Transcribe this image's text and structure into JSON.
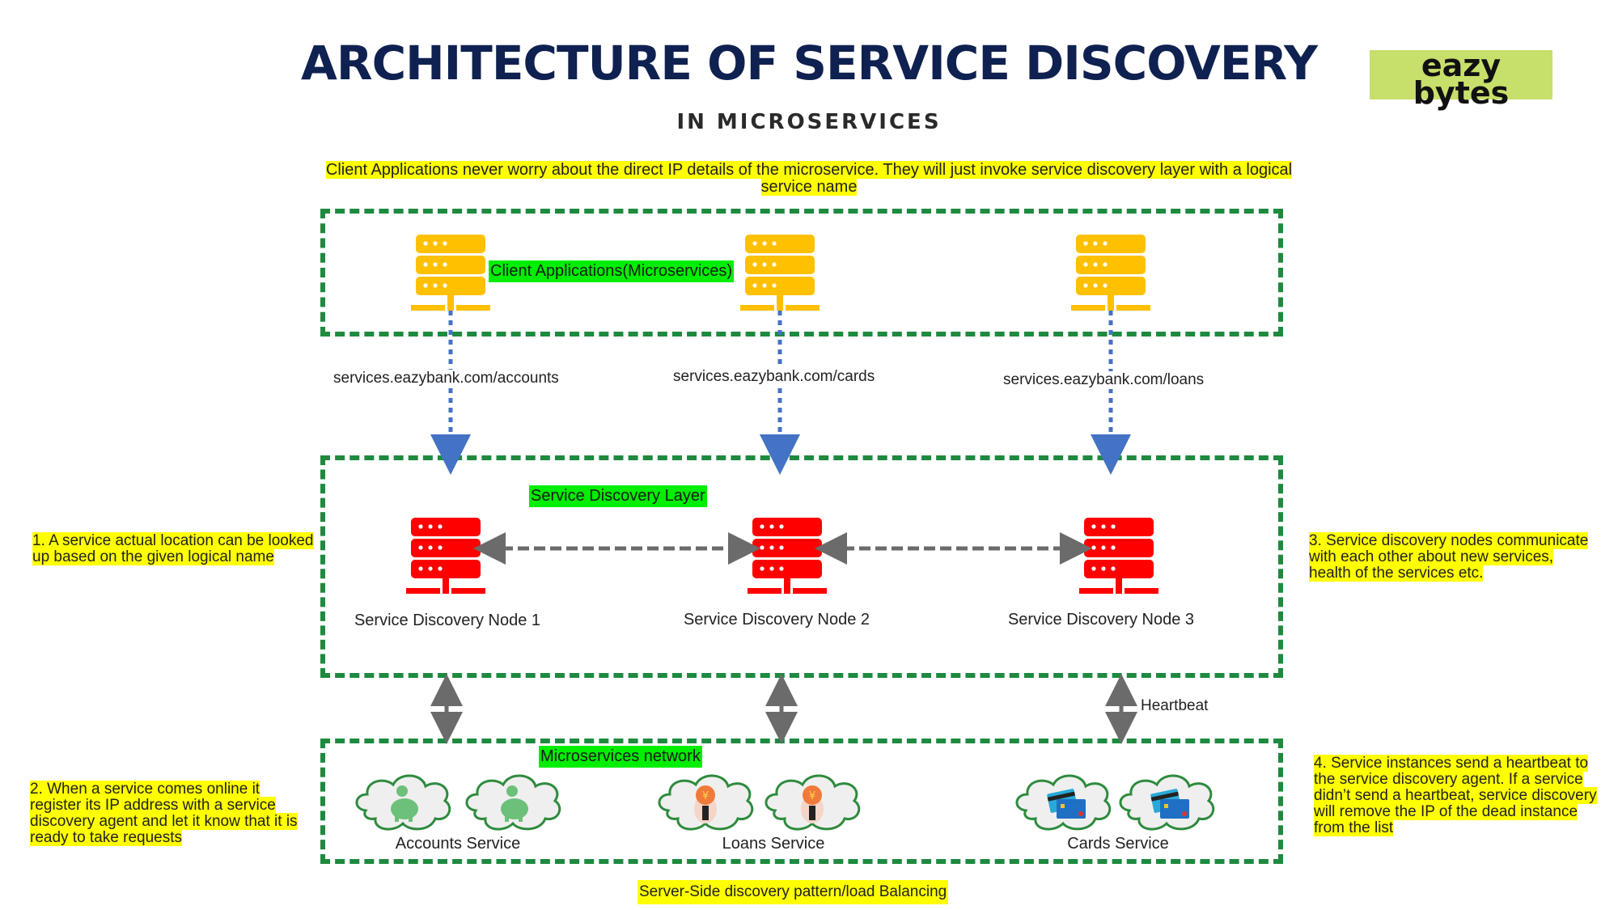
{
  "header": {
    "title": "ARCHITECTURE OF SERVICE DISCOVERY",
    "subtitle": "IN MICROSERVICES",
    "logo_line1": "eazy",
    "logo_line2": "bytes"
  },
  "intro_note": "Client Applications never worry about the direct IP details of the microservice. They will just invoke service discovery layer with a  logical service name",
  "client_layer": {
    "label": "Client Applications(Microservices)",
    "icon": "server-icon",
    "color": "#ffc000",
    "urls": [
      "services.eazybank.com/accounts",
      "services.eazybank.com/cards",
      "services.eazybank.com/loans"
    ]
  },
  "discovery_layer": {
    "label": "Service Discovery Layer",
    "icon": "server-icon",
    "color": "#ff0000",
    "nodes": [
      "Service Discovery Node 1",
      "Service Discovery Node 2",
      "Service Discovery Node 3"
    ]
  },
  "heartbeat_label": "Heartbeat",
  "network_layer": {
    "label": "Microservices network",
    "services": [
      {
        "name": "Accounts Service",
        "icon": "piggy-bank-icon"
      },
      {
        "name": "Loans Service",
        "icon": "coin-carrier-icon"
      },
      {
        "name": "Cards Service",
        "icon": "credit-card-icon"
      }
    ]
  },
  "notes": [
    "1. A service actual location can be looked up based on the given logical name",
    "2. When a service comes online it register its IP address with a service discovery agent and let it know that it is ready to take requests",
    "3. Service discovery nodes communicate with each other about new services, health of the services etc.",
    "4. Service instances send a heartbeat to the service discovery agent. If a service didn’t send a heartbeat, service discovery will remove the IP of the dead instance from the list"
  ],
  "footer_note": "Server-Side discovery pattern/load Balancing",
  "colors": {
    "title": "#0f2150",
    "box_border": "#1e8a40",
    "highlight": "#ffff00",
    "tag": "#00ee00",
    "client_arrow": "#4472c4",
    "gray_arrow": "#6b6b6b"
  }
}
